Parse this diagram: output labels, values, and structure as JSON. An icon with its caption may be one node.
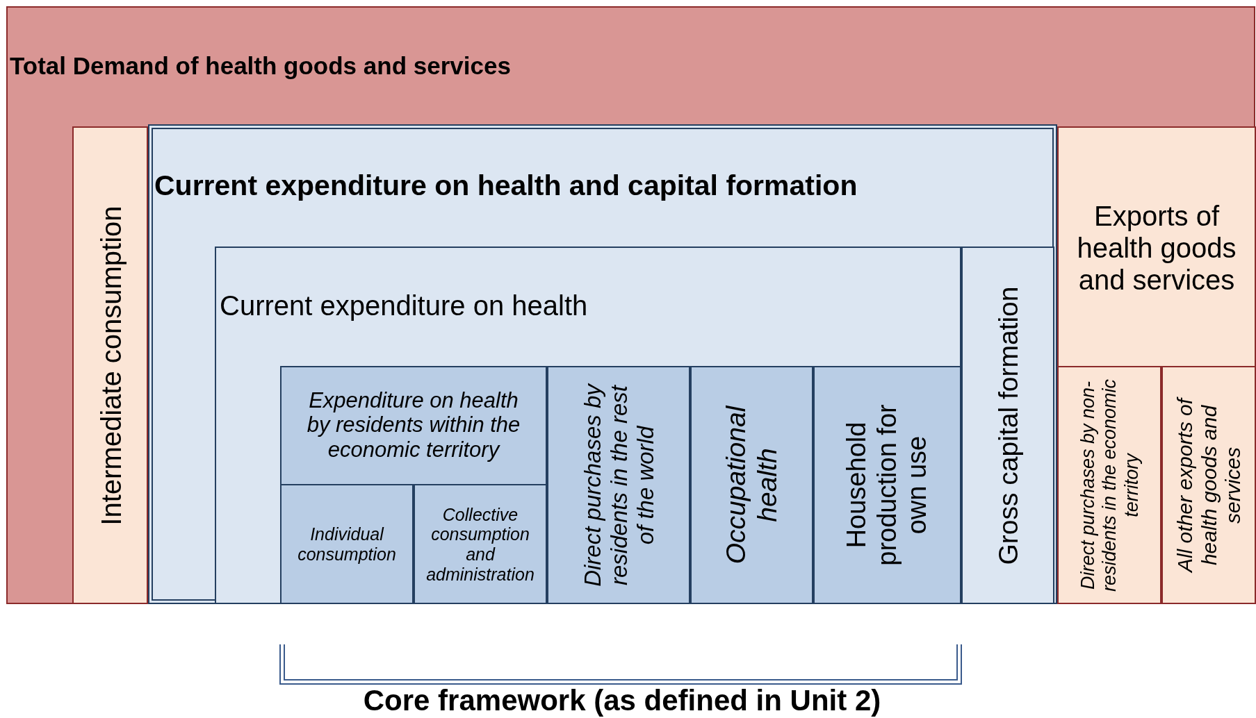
{
  "diagram": {
    "nodes": [
      {
        "text": [
          "Total Demand of health goods and services"
        ]
      },
      {
        "text": [
          "Intermediate consumption"
        ],
        "in": 0
      },
      {
        "text": [
          "Current expenditure on health and capital formation"
        ],
        "in": 0
      },
      {
        "text": [
          "Current expenditure on health"
        ],
        "in": 2
      },
      {
        "text": [
          "Expenditure on health by residents within the economic territory"
        ],
        "in": 3
      },
      {
        "text": [
          "Individual consumption"
        ],
        "in": 4
      },
      {
        "text": [
          "Collective consumption and administration"
        ],
        "in": 4
      },
      {
        "text": [
          "Direct purchases by residents in the rest of the world"
        ],
        "in": 3
      },
      {
        "text": [
          "Occupational health"
        ],
        "in": 3
      },
      {
        "text": [
          "Household production for own use"
        ],
        "in": 3
      },
      {
        "text": [
          "Gross capital formation"
        ],
        "in": 2
      },
      {
        "text": [
          "Exports of health goods and services"
        ],
        "in": 0
      },
      {
        "text": [
          "Direct purchases by non-residents in the economic territory"
        ],
        "in": 11
      },
      {
        "text": [
          "All other exports of health goods and services"
        ],
        "in": 11
      }
    ],
    "labels": [
      "Core framework (as defined in Unit 2)"
    ]
  }
}
